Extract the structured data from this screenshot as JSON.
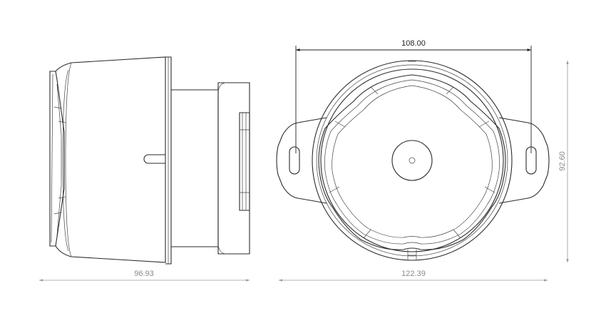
{
  "dimensions": {
    "side_width": "96.93",
    "top_width": "108.00",
    "overall_width": "122.39",
    "overall_height": "92.60"
  },
  "colors": {
    "outline": "#2b2b2b",
    "dimension_line": "#9a9a9a",
    "background": "#ffffff"
  }
}
